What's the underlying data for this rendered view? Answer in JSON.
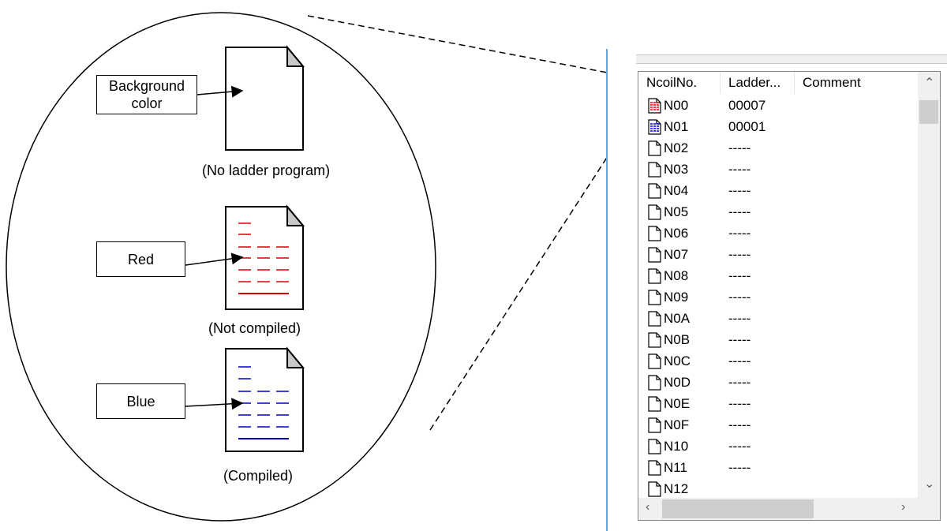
{
  "callouts": {
    "background_label": "Background\ncolor",
    "red_label": "Red",
    "blue_label": "Blue",
    "no_ladder_caption": "(No ladder program)",
    "not_compiled_caption": "(Not compiled)",
    "compiled_caption": "(Compiled)"
  },
  "colors": {
    "red": "#e00000",
    "blue": "#0000c8",
    "panel_border": "#6aa5d8"
  },
  "listview": {
    "columns": [
      "NcoilNo.",
      "Ladder...",
      "Comment"
    ],
    "rows": [
      {
        "coil": "N00",
        "ladder": "00007",
        "icon": "red-file-icon"
      },
      {
        "coil": "N01",
        "ladder": "00001",
        "icon": "blue-file-icon"
      },
      {
        "coil": "N02",
        "ladder": "-----",
        "icon": "blank-file-icon"
      },
      {
        "coil": "N03",
        "ladder": "-----",
        "icon": "blank-file-icon"
      },
      {
        "coil": "N04",
        "ladder": "-----",
        "icon": "blank-file-icon"
      },
      {
        "coil": "N05",
        "ladder": "-----",
        "icon": "blank-file-icon"
      },
      {
        "coil": "N06",
        "ladder": "-----",
        "icon": "blank-file-icon"
      },
      {
        "coil": "N07",
        "ladder": "-----",
        "icon": "blank-file-icon"
      },
      {
        "coil": "N08",
        "ladder": "-----",
        "icon": "blank-file-icon"
      },
      {
        "coil": "N09",
        "ladder": "-----",
        "icon": "blank-file-icon"
      },
      {
        "coil": "N0A",
        "ladder": "-----",
        "icon": "blank-file-icon"
      },
      {
        "coil": "N0B",
        "ladder": "-----",
        "icon": "blank-file-icon"
      },
      {
        "coil": "N0C",
        "ladder": "-----",
        "icon": "blank-file-icon"
      },
      {
        "coil": "N0D",
        "ladder": "-----",
        "icon": "blank-file-icon"
      },
      {
        "coil": "N0E",
        "ladder": "-----",
        "icon": "blank-file-icon"
      },
      {
        "coil": "N0F",
        "ladder": "-----",
        "icon": "blank-file-icon"
      },
      {
        "coil": "N10",
        "ladder": "-----",
        "icon": "blank-file-icon"
      },
      {
        "coil": "N11",
        "ladder": "-----",
        "icon": "blank-file-icon"
      },
      {
        "coil": "N12",
        "ladder": "",
        "icon": "blank-file-icon"
      }
    ]
  }
}
